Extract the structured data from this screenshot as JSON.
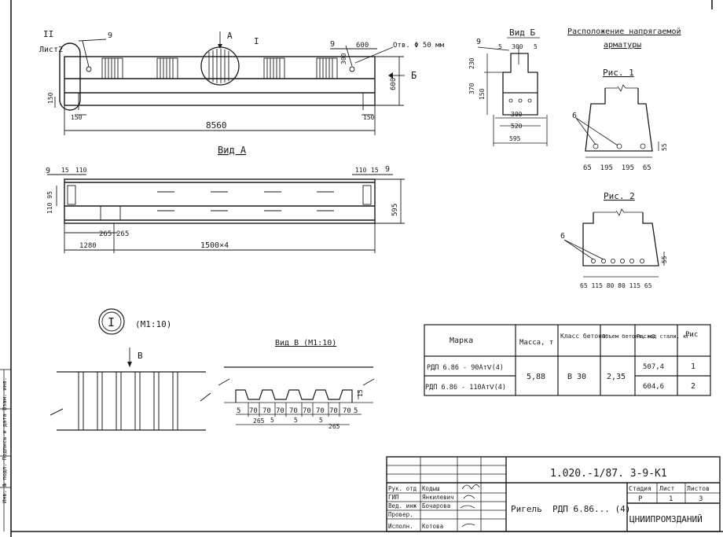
{
  "drawing": {
    "elev": {
      "mark_ii": "II",
      "mark_ii_sheet": "Лист2",
      "pos9_a": "9",
      "pos9_b": "9",
      "view_a_arrow": "A",
      "mark_i": "I",
      "dim_600_top": "600",
      "hole_note": "Отв. Φ 50 мм",
      "dim_300": "300",
      "dim_600_side": "600",
      "view_b_arrow": "Б",
      "dim_150_left": "150",
      "dim_150_bl": "150",
      "dim_150_br": "150",
      "dim_length": "8560"
    },
    "section_b": {
      "title": "Вид Б",
      "pos9": "9",
      "dim_5l": "5",
      "dim_300top": "300",
      "dim_5r": "5",
      "dim_230": "230",
      "dim_370": "370",
      "dim_150": "150",
      "dim_300": "300",
      "dim_520": "520",
      "dim_595": "595"
    },
    "tendons": {
      "title": "Расположение напрягаемой",
      "title2": "арматуры",
      "fig1_title": "Рис. 1",
      "fig1_label": "6",
      "fig1_dim_55": "55",
      "fig1_dims": "65  195  195  65",
      "fig2_title": "Рис. 2",
      "fig2_label": "6",
      "fig2_dim_55": "55",
      "fig2_dims": "65 115 80 80 115 65"
    },
    "plan": {
      "title": "Вид А",
      "pos9_l": "9",
      "dim_15l": "15",
      "dim_110l": "110",
      "dim_110r": "110",
      "dim_15r": "15",
      "pos9_r": "9",
      "dim_110_95": "110 95",
      "dim_595": "595",
      "dim_265a": "265",
      "dim_265b": "265",
      "dim_1280": "1280",
      "dim_1500x4": "1500×4"
    },
    "node": {
      "mark": "I",
      "scale": "(M1:10)",
      "arrow": "B"
    },
    "view_v": {
      "title": "Вид В (М1:10)",
      "dim_15": "15",
      "dims": [
        "5",
        "70",
        "70",
        "70",
        "70",
        "70",
        "70",
        "70",
        "70",
        "5"
      ],
      "dim_265a": "265",
      "dim_5a": "5",
      "dim_5b": "5",
      "dim_5c": "5",
      "dim_265b": "265"
    }
  },
  "spec_table": {
    "headers": [
      "Марка",
      "Масса, т",
      "Класс бетона",
      "Объем бетона, м3",
      "Расход стали, кг",
      "Рис"
    ],
    "rows": [
      {
        "mark": "РДП 6.86 - 90АтⅤ(4)",
        "steel": "507,4",
        "fig": "1"
      },
      {
        "mark": "РДП 6.86 - 110АтⅤ(4)",
        "steel": "604,6",
        "fig": "2"
      }
    ],
    "mass": "5,88",
    "concrete": "В 30",
    "volume": "2,35"
  },
  "title_block": {
    "doc_code": "1.020.-1/87. 3-9-К1",
    "item_name": "Ригель  РДП 6.86... (4)",
    "stage_label": "Стадия",
    "sheet_label": "Лист",
    "sheets_label": "Листов",
    "stage": "Р",
    "sheet": "1",
    "sheets": "3",
    "org": "ЦНИИПРОМЗДАНИЙ",
    "roles": [
      "Рук. отд",
      "ГИП",
      "Вед. инж",
      "Провер.",
      "Исполн."
    ],
    "names": [
      "Кодыш",
      "Янкилевич",
      "Бочарова",
      "",
      "Котова"
    ]
  },
  "margin_text": "Инв. № подл. Подпись и дата Взам. инв."
}
